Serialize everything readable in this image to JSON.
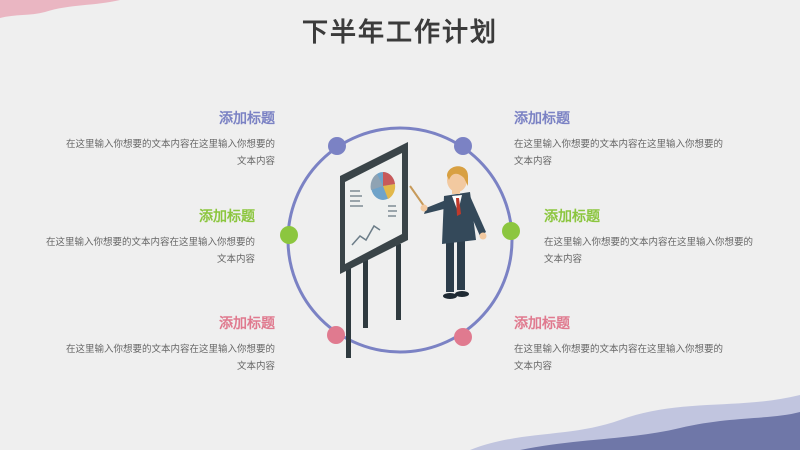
{
  "title": "下半年工作计划",
  "colors": {
    "blue": "#7b82c4",
    "green": "#8cc63f",
    "pink": "#e07a8f",
    "text": "#666666",
    "title": "#3b3b3b"
  },
  "items": [
    {
      "heading": "添加标题",
      "text": "在这里输入你想要的文本内容在这里输入你想要的文本内容",
      "color": "blue"
    },
    {
      "heading": "添加标题",
      "text": "在这里输入你想要的文本内容在这里输入你想要的文本内容",
      "color": "green"
    },
    {
      "heading": "添加标题",
      "text": "在这里输入你想要的文本内容在这里输入你想要的文本内容",
      "color": "pink"
    },
    {
      "heading": "添加标题",
      "text": "在这里输入你想要的文本内容在这里输入你想要的文本内容",
      "color": "blue"
    },
    {
      "heading": "添加标题",
      "text": "在这里输入你想要的文本内容在这里输入你想要的文本内容",
      "color": "green"
    },
    {
      "heading": "添加标题",
      "text": "在这里输入你想要的文本内容在这里输入你想要的文本内容",
      "color": "pink"
    }
  ]
}
